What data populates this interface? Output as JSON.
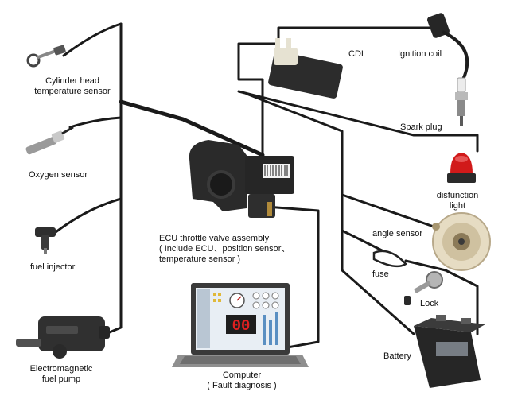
{
  "labels": {
    "cylinder_head_sensor_line1": "Cylinder head",
    "cylinder_head_sensor_line2": "temperature sensor",
    "oxygen_sensor": "Oxygen sensor",
    "fuel_injector": "fuel injector",
    "fuel_pump_line1": "Electromagnetic",
    "fuel_pump_line2": "fuel pump",
    "ecu_line1": "ECU throttle valve assembly",
    "ecu_line2": "( Include ECU、position sensor、",
    "ecu_line3": "temperature sensor )",
    "computer_line1": "Computer",
    "computer_line2": "( Fault diagnosis )",
    "cdi": "CDI",
    "ignition_coil": "Ignition coil",
    "spark_plug": "Spark plug",
    "disfunction_light_line1": "disfunction",
    "disfunction_light_line2": "light",
    "angle_sensor": "angle sensor",
    "fuse": "fuse",
    "lock": "Lock",
    "battery": "Battery"
  },
  "screen": {
    "speed_readout": "00"
  },
  "colors": {
    "wire": "#1a1a1a",
    "component_body": "#2b2b2b",
    "warning_light": "#d11a1a",
    "angle_sensor_disc": "#e6dcc3",
    "laptop_screen_bg": "#e8eef4",
    "digital_readout": "#e02020",
    "battery_label": "#9aa3ad"
  }
}
